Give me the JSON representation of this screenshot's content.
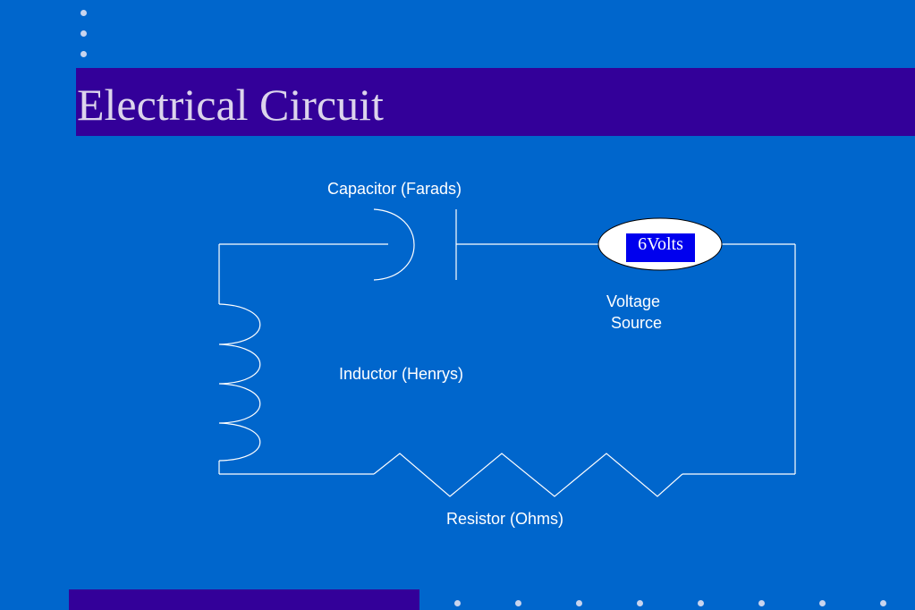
{
  "slide": {
    "title": "Electrical Circuit"
  },
  "diagram": {
    "capacitor_label": "Capacitor (Farads)",
    "source_value": "6Volts",
    "voltage_source_line1": "Voltage",
    "voltage_source_line2": "Source",
    "inductor_label": "Inductor (Henrys)",
    "resistor_label": "Resistor (Ohms)"
  },
  "colors": {
    "background": "#0066cc",
    "title_band": "#330099",
    "title_text": "#dcd4ec",
    "wire": "#ffffff",
    "source_fill": "#0000ee"
  }
}
